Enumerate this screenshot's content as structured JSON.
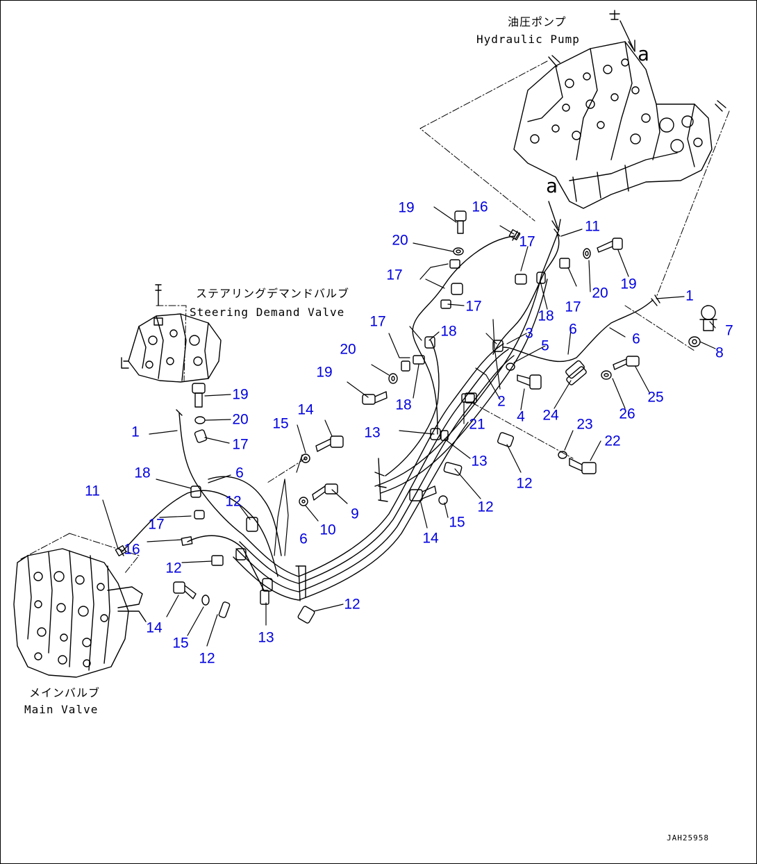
{
  "captions": {
    "pump_jp": "油圧ポンプ",
    "pump_en": "Hydraulic Pump",
    "steering_jp": "ステアリングデマンドバルブ",
    "steering_en": "Steering Demand Valve",
    "main_jp": "メインバルブ",
    "main_en": "Main Valve"
  },
  "view_marker": "a",
  "drawing_code": "JAH25958",
  "callouts": [
    "1",
    "2",
    "3",
    "4",
    "5",
    "6",
    "7",
    "8",
    "9",
    "10",
    "11",
    "12",
    "13",
    "14",
    "15",
    "16",
    "17",
    "18",
    "19",
    "20",
    "21",
    "22",
    "23",
    "24",
    "25",
    "26"
  ],
  "colors": {
    "callout": "#0000e0",
    "line": "#000000"
  }
}
